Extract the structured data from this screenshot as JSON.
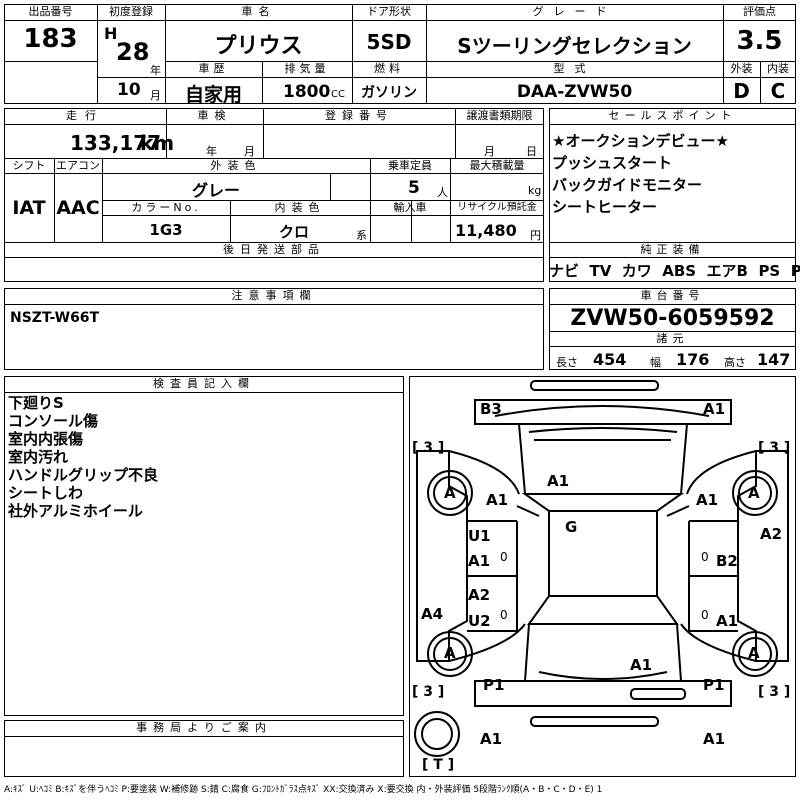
{
  "header": {
    "lot_label": "出品番号",
    "lot_value": "183",
    "first_reg_label": "初度登録",
    "era": "H",
    "year": "28",
    "year_unit": "年",
    "month": "10",
    "month_unit": "月",
    "car_name_label": "車名",
    "car_name": "プリウス",
    "door_label": "ドア形状",
    "door": "5SD",
    "grade_label": "グレード",
    "grade": "Sツーリングセレクション",
    "score_label": "評価点",
    "score": "3.5",
    "history_label": "車歴",
    "history": "自家用",
    "displacement_label": "排気量",
    "displacement": "1800",
    "displacement_unit": "CC",
    "fuel_label": "燃料",
    "fuel": "ガソリン",
    "model_label": "型式",
    "model": "DAA-ZVW50",
    "exterior_label": "外装",
    "exterior": "D",
    "interior_label": "内装",
    "interior": "C"
  },
  "specs": {
    "mileage_label": "走行",
    "mileage": "133,177",
    "mileage_unit": "km",
    "inspection_label": "車検",
    "ins_year_unit": "年",
    "ins_month_unit": "月",
    "reg_no_label": "登録番号",
    "transfer_label": "譲渡書類期限",
    "transfer_month_unit": "月",
    "transfer_day_unit": "日",
    "shift_label": "シフト",
    "shift": "IAT",
    "ac_label": "エアコン",
    "ac": "AAC",
    "color_label": "外装色",
    "color": "グレー",
    "capacity_label": "乗車定員",
    "capacity": "5",
    "capacity_unit": "人",
    "load_label": "最大積載量",
    "load_unit": "kg",
    "color_no_label": "カラーNo.",
    "color_no": "1G3",
    "int_color_label": "内装色",
    "int_color": "クロ",
    "int_color_unit": "系",
    "import_label": "輸入車",
    "recycle_label": "リサイクル預託金",
    "recycle": "11,480",
    "recycle_unit": "円",
    "later_parts_label": "後日発送部品"
  },
  "sales_points": {
    "label": "セールスポイント",
    "items": [
      "★オークションデビュー★",
      "プッシュスタート",
      "バックガイドモニター",
      "シートヒーター"
    ]
  },
  "equipment": {
    "label": "純正装備",
    "items": [
      "ナビ",
      "TV",
      "カワ",
      "ABS",
      "エアB",
      "PS",
      "PW"
    ]
  },
  "notes": {
    "label": "注意事項欄",
    "text": "NSZT-W66T"
  },
  "chassis": {
    "label": "車台番号",
    "value": "ZVW50-6059592",
    "dims_label": "諸元",
    "length_label": "長さ",
    "length": "454",
    "width_label": "幅",
    "width": "176",
    "height_label": "高さ",
    "height": "147"
  },
  "inspector": {
    "label": "検査員記入欄",
    "items": [
      "下廻りS",
      "コンソール傷",
      "室内内張傷",
      "室内汚れ",
      "ハンドルグリップ不良",
      "シートしわ",
      "社外アルミホイール"
    ]
  },
  "office": {
    "label": "事務局よりご案内"
  },
  "diagram": {
    "marks": {
      "b3": "B3",
      "a1_tr": "A1",
      "a1_hood_l": "A1",
      "a1_hood_c": "A1",
      "a1_hood_r": "A1",
      "tire_tl": "A",
      "tire_tr": "A",
      "tire_bl": "A",
      "tire_br": "A",
      "g": "G",
      "u1": "U1",
      "a1_fl": "A1",
      "b2": "B2",
      "a2_r": "A2",
      "a2_l": "A2",
      "u2": "U2",
      "a1_rr": "A1",
      "a4": "A4",
      "a1_trunk": "A1",
      "p1_l": "P1",
      "p1_r": "P1",
      "a1_bl": "A1",
      "a1_br": "A1",
      "zero_1": "0",
      "zero_2": "0",
      "zero_3": "0",
      "zero_4": "0"
    },
    "tread_tl": "[ 3 ]",
    "tread_tr": "[ 3 ]",
    "tread_bl": "[ 3 ]",
    "tread_br": "[ 3 ]",
    "spare": "[ T ]"
  },
  "legend": "A:ｷｽﾞ U:ﾍｺﾐ B:ｷｽﾞを伴うﾍｺﾐ P:要塗装 W:補修跡 S:錆 C:腐食 G:ﾌﾛﾝﾄｶﾞﾗｽ点ｷｽﾞ XX:交換済み X:要交換 内・外装評価 5段階ﾗﾝｸ順(A・B・C・D・E) 1"
}
